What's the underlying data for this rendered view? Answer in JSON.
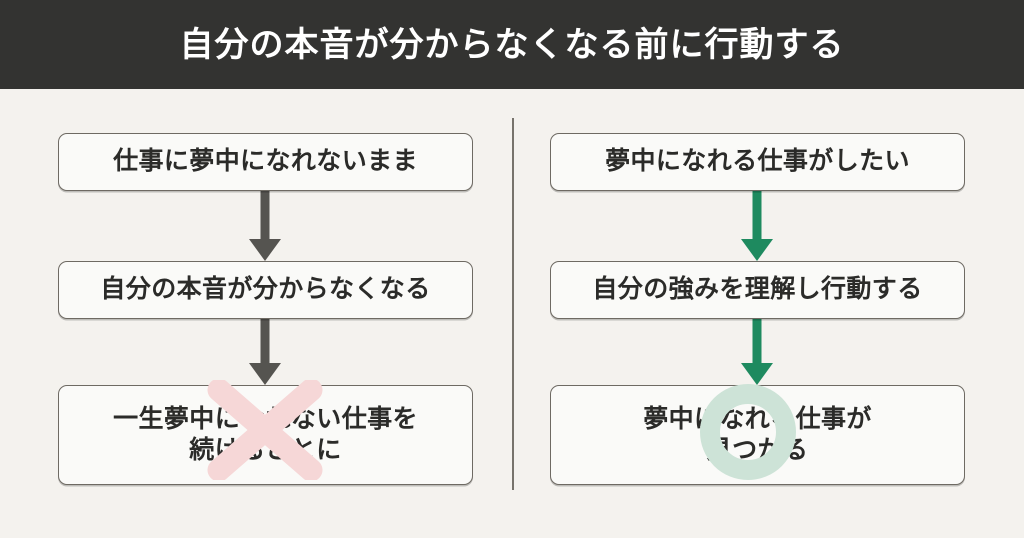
{
  "header": {
    "title": "自分の本音が分からなくなる前に行動する",
    "background_color": "#333331",
    "text_color": "#FFFFFF"
  },
  "page": {
    "background_color": "#F4F2EE",
    "divider_color": "#77736C"
  },
  "columns": {
    "left": {
      "accent_color": "#555450",
      "marker": "x-mark",
      "marker_color": "#F6D7D7",
      "nodes": [
        {
          "label": "仕事に夢中になれないまま"
        },
        {
          "label": "自分の本音が分からなくなる"
        },
        {
          "label": "一生夢中になれない仕事を\n続けることに"
        }
      ],
      "arrows": [
        {
          "direction": "down",
          "color": "#555450"
        },
        {
          "direction": "down",
          "color": "#555450"
        }
      ]
    },
    "right": {
      "accent_color": "#1E8A5F",
      "marker": "circle-mark",
      "marker_color": "#CDE3D7",
      "nodes": [
        {
          "label": "夢中になれる仕事がしたい"
        },
        {
          "label": "自分の強みを理解し行動する"
        },
        {
          "label": "夢中になれる仕事が\n見つかる"
        }
      ],
      "arrows": [
        {
          "direction": "down",
          "color": "#1E8A5F"
        },
        {
          "direction": "down",
          "color": "#1E8A5F"
        }
      ]
    }
  }
}
